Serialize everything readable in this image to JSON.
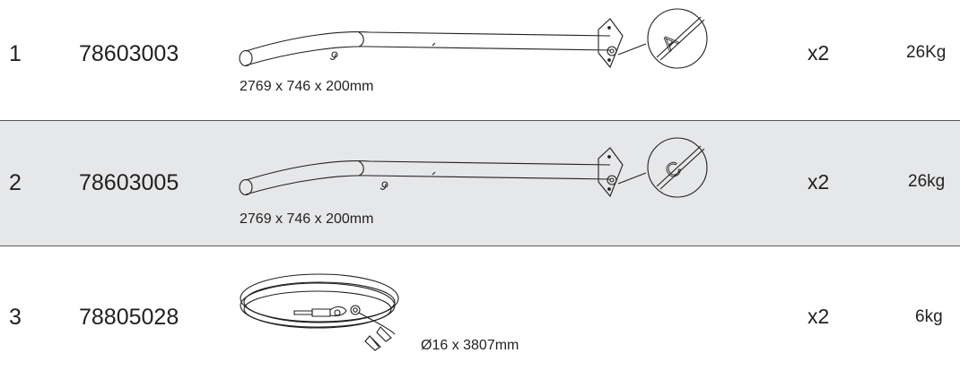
{
  "parts": [
    {
      "index": "1",
      "code": "78603003",
      "dimensions": "2769 x 746 x 200mm",
      "quantity": "x2",
      "weight": "26Kg",
      "marker_letter": "A",
      "illustration_icon": "curved-tube-icon"
    },
    {
      "index": "2",
      "code": "78603005",
      "dimensions": "2769 x 746 x 200mm",
      "quantity": "x2",
      "weight": "26kg",
      "marker_letter": "C",
      "illustration_icon": "curved-tube-icon"
    },
    {
      "index": "3",
      "code": "78805028",
      "dimensions": "Ø16 x 3807mm",
      "quantity": "x2",
      "weight": "6kg",
      "illustration_icon": "coiled-cable-icon"
    }
  ],
  "colors": {
    "text": "#231f20",
    "line": "#231f20",
    "row_shade": "#e6e7e8",
    "divider": "#58595b"
  }
}
